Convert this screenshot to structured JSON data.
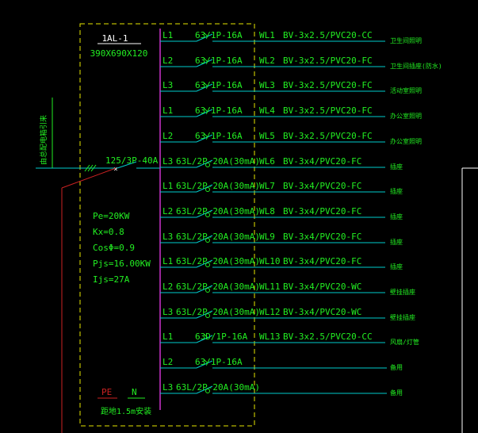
{
  "panel": {
    "name": "1AL-1",
    "size": "390X690X120",
    "incoming_label": "由总配电箱引来",
    "main_breaker": "125/3P-40A",
    "params": [
      "Pe=20KW",
      "Kx=0.8",
      "CosΦ=0.9",
      "Pjs=16.00KW",
      "Ijs=27A"
    ],
    "pe_label": "PE",
    "n_label": "N",
    "ground_note": "距地1.5m安装"
  },
  "circuits": [
    {
      "phase": "L1",
      "breaker": "63/1P-16A",
      "circuit": "WL1",
      "cable": "BV-3x2.5/PVC20-CC",
      "use": "卫生间照明"
    },
    {
      "phase": "L2",
      "breaker": "63/1P-16A",
      "circuit": "WL2",
      "cable": "BV-3x2.5/PVC20-FC",
      "use": "卫生间插座(防水)"
    },
    {
      "phase": "L3",
      "breaker": "63/1P-16A",
      "circuit": "WL3",
      "cable": "BV-3x2.5/PVC20-FC",
      "use": "活动室照明"
    },
    {
      "phase": "L1",
      "breaker": "63/1P-16A",
      "circuit": "WL4",
      "cable": "BV-3x2.5/PVC20-FC",
      "use": "办公室照明"
    },
    {
      "phase": "L2",
      "breaker": "63/1P-16A",
      "circuit": "WL5",
      "cable": "BV-3x2.5/PVC20-FC",
      "use": "办公室照明"
    },
    {
      "phase": "L3",
      "breaker": "63L/2P-20A(30mA)",
      "circuit": "WL6",
      "cable": "BV-3x4/PVC20-FC",
      "use": "插座"
    },
    {
      "phase": "L1",
      "breaker": "63L/2P-20A(30mA)",
      "circuit": "WL7",
      "cable": "BV-3x4/PVC20-FC",
      "use": "插座"
    },
    {
      "phase": "L2",
      "breaker": "63L/2P-20A(30mA)",
      "circuit": "WL8",
      "cable": "BV-3x4/PVC20-FC",
      "use": "插座"
    },
    {
      "phase": "L3",
      "breaker": "63L/2P-20A(30mA)",
      "circuit": "WL9",
      "cable": "BV-3x4/PVC20-FC",
      "use": "插座"
    },
    {
      "phase": "L1",
      "breaker": "63L/2P-20A(30mA)",
      "circuit": "WL10",
      "cable": "BV-3x4/PVC20-FC",
      "use": "插座"
    },
    {
      "phase": "L2",
      "breaker": "63L/2P-20A(30mA)",
      "circuit": "WL11",
      "cable": "BV-3x4/PVC20-WC",
      "use": "壁挂插座"
    },
    {
      "phase": "L3",
      "breaker": "63L/2P-20A(30mA)",
      "circuit": "WL12",
      "cable": "BV-3x4/PVC20-WC",
      "use": "壁挂插座"
    },
    {
      "phase": "L1",
      "breaker": "63D/1P-16A",
      "circuit": "WL13",
      "cable": "BV-3x2.5/PVC20-CC",
      "use": "风扇/灯管"
    },
    {
      "phase": "L2",
      "breaker": "63/1P-16A",
      "circuit": "",
      "cable": "",
      "use": "备用"
    },
    {
      "phase": "L3",
      "breaker": "63L/2P-20A(30mA)",
      "circuit": "",
      "cable": "",
      "use": "备用"
    }
  ],
  "colors": {
    "background": "#000000",
    "line": "#00cccc",
    "text": "#22ee22",
    "frame": "#e6e600",
    "busbar": "#cc33cc",
    "incoming": "#cc2222"
  }
}
